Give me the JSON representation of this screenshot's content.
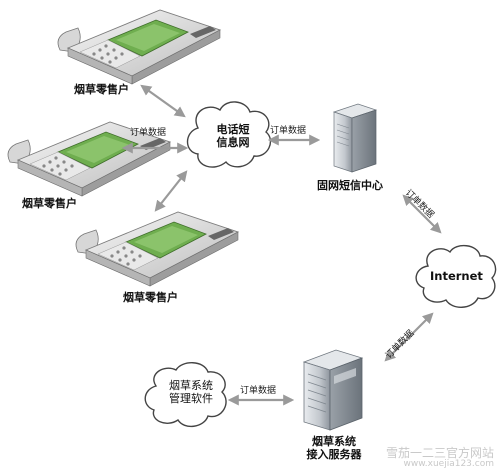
{
  "retailer_label_1": "烟草零售户",
  "retailer_label_2": "烟草零售户",
  "retailer_label_3": "烟草零售户",
  "sms_network": "电话短\n信息网",
  "sms_center": "固网短信中心",
  "internet": "Internet",
  "access_server": "烟草系统\n接入服务器",
  "management_software": "烟草系统\n管理软件",
  "edge_labels": {
    "retailer_to_network": "订单数据",
    "network_to_center": "订单数据",
    "center_to_internet": "订单数据",
    "internet_to_server": "订单数据",
    "server_to_software": "订单数据"
  },
  "watermark": {
    "text": "雪茄一二三官方网站",
    "url": "www.xuejia123.com"
  },
  "colors": {
    "arrow": "#9a9a9a",
    "phone_body": "#e6e6e6",
    "phone_screen": "#6fae4f",
    "server_body": "#c7cbd1",
    "cloud_fill": "#ffffff",
    "cloud_stroke": "#444444"
  }
}
